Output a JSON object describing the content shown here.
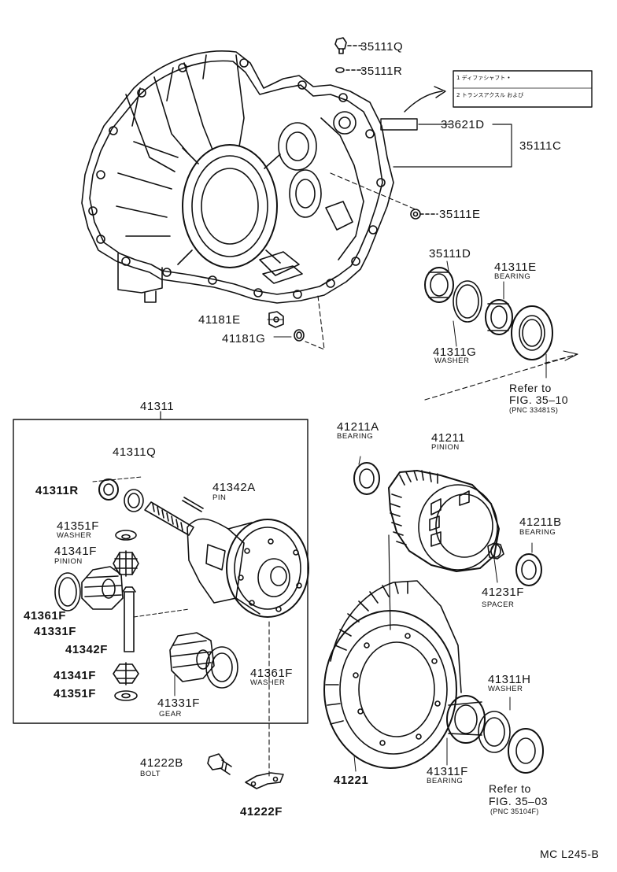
{
  "parts": {
    "p35111Q": "35111Q",
    "p35111R": "35111R",
    "p33621D": "33621D",
    "p35111C": "35111C",
    "p35111E": "35111E",
    "p35111D": "35111D",
    "p41311E": "41311E",
    "p41311E_sub": "BEARING",
    "p41181E": "41181E",
    "p41181G": "41181G",
    "p41311G": "41311G",
    "p41311G_sub": "WASHER",
    "p41311": "41311",
    "p41311Q": "41311Q",
    "p41311R": "41311R",
    "p41342A": "41342A",
    "p41342A_sub": "PIN",
    "p41351F_top": "41351F",
    "p41351F_top_sub": "WASHER",
    "p41341F_top": "41341F",
    "p41341F_top_sub": "PINION",
    "p41361F_left": "41361F",
    "p41331F_left": "41331F",
    "p41342F": "41342F",
    "p41341F_bot": "41341F",
    "p41351F_bot": "41351F",
    "p41331F_bot": "41331F",
    "p41331F_bot_sub": "GEAR",
    "p41361F_right": "41361F",
    "p41361F_right_sub": "WASHER",
    "p41211A": "41211A",
    "p41211A_sub": "BEARING",
    "p41211": "41211",
    "p41211_sub": "PINION",
    "p41211B": "41211B",
    "p41211B_sub": "BEARING",
    "p41231F": "41231F",
    "p41231F_sub": "SPACER",
    "p41311H": "41311H",
    "p41311H_sub": "WASHER",
    "p41221": "41221",
    "p41311F": "41311F",
    "p41311F_sub": "BEARING",
    "p41222B": "41222B",
    "p41222B_sub": "BOLT",
    "p41222F": "41222F"
  },
  "references": {
    "ref1_line1": "Refer to",
    "ref1_line2": "FIG. 35–10",
    "ref1_pnc": "(PNC 33481S)",
    "ref2_line1": "Refer to",
    "ref2_line2": "FIG. 35–03",
    "ref2_pnc": "(PNC 35104F)"
  },
  "label_plate": {
    "line1": "1 ディファシャフト •",
    "line2": "2 トランスアクスル および"
  },
  "figure_code": "MC L245-B"
}
